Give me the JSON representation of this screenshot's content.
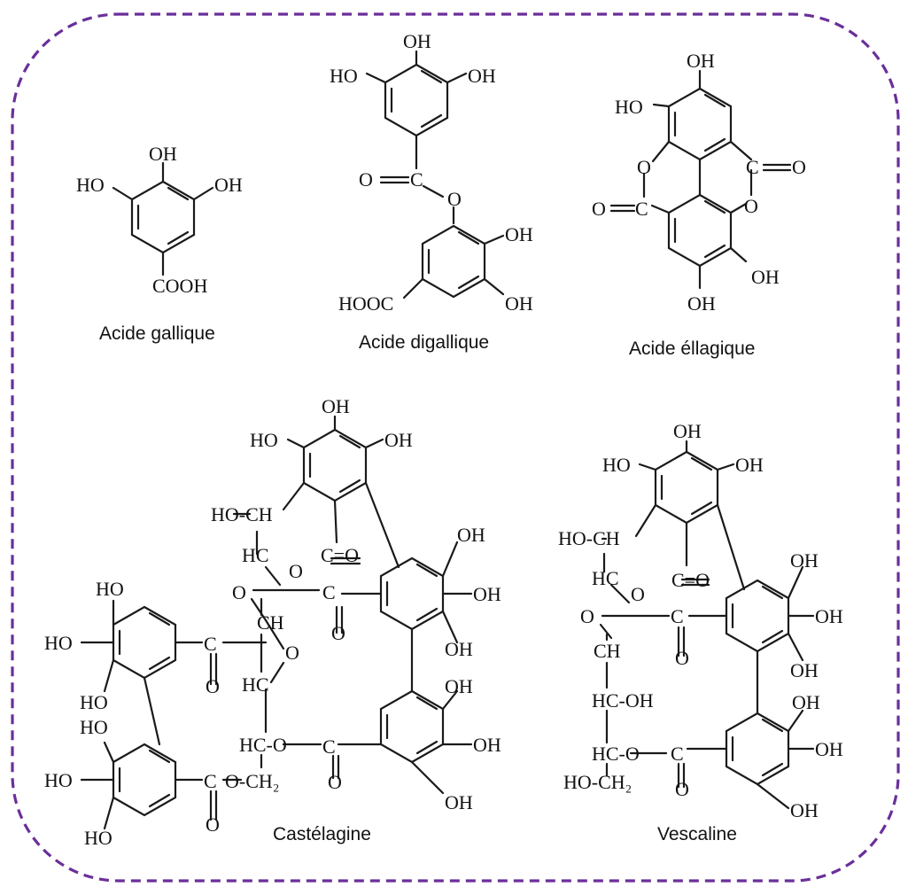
{
  "figure": {
    "frame_color": "#6a2f9a",
    "captions": {
      "gallic": "Acide gallique",
      "digallic": "Acide digallique",
      "ellagic": "Acide éllagique",
      "castalagin": "Castélagine",
      "vescalin": "Vescaline"
    },
    "atom_labels": {
      "OH": "OH",
      "HO": "HO",
      "COOH": "COOH",
      "HOOC": "HOOC",
      "O": "O",
      "C": "C",
      "CH": "CH",
      "HC": "HC",
      "HO_CH": "HO-CH",
      "HC_OH": "HC-OH",
      "HC_O": "HC-O",
      "O_CH2": "O-CH₂",
      "HO_CH2": "HO-CH₂",
      "C_O_dbl": "C=O",
      "O_C_dbl": "O=C"
    }
  }
}
